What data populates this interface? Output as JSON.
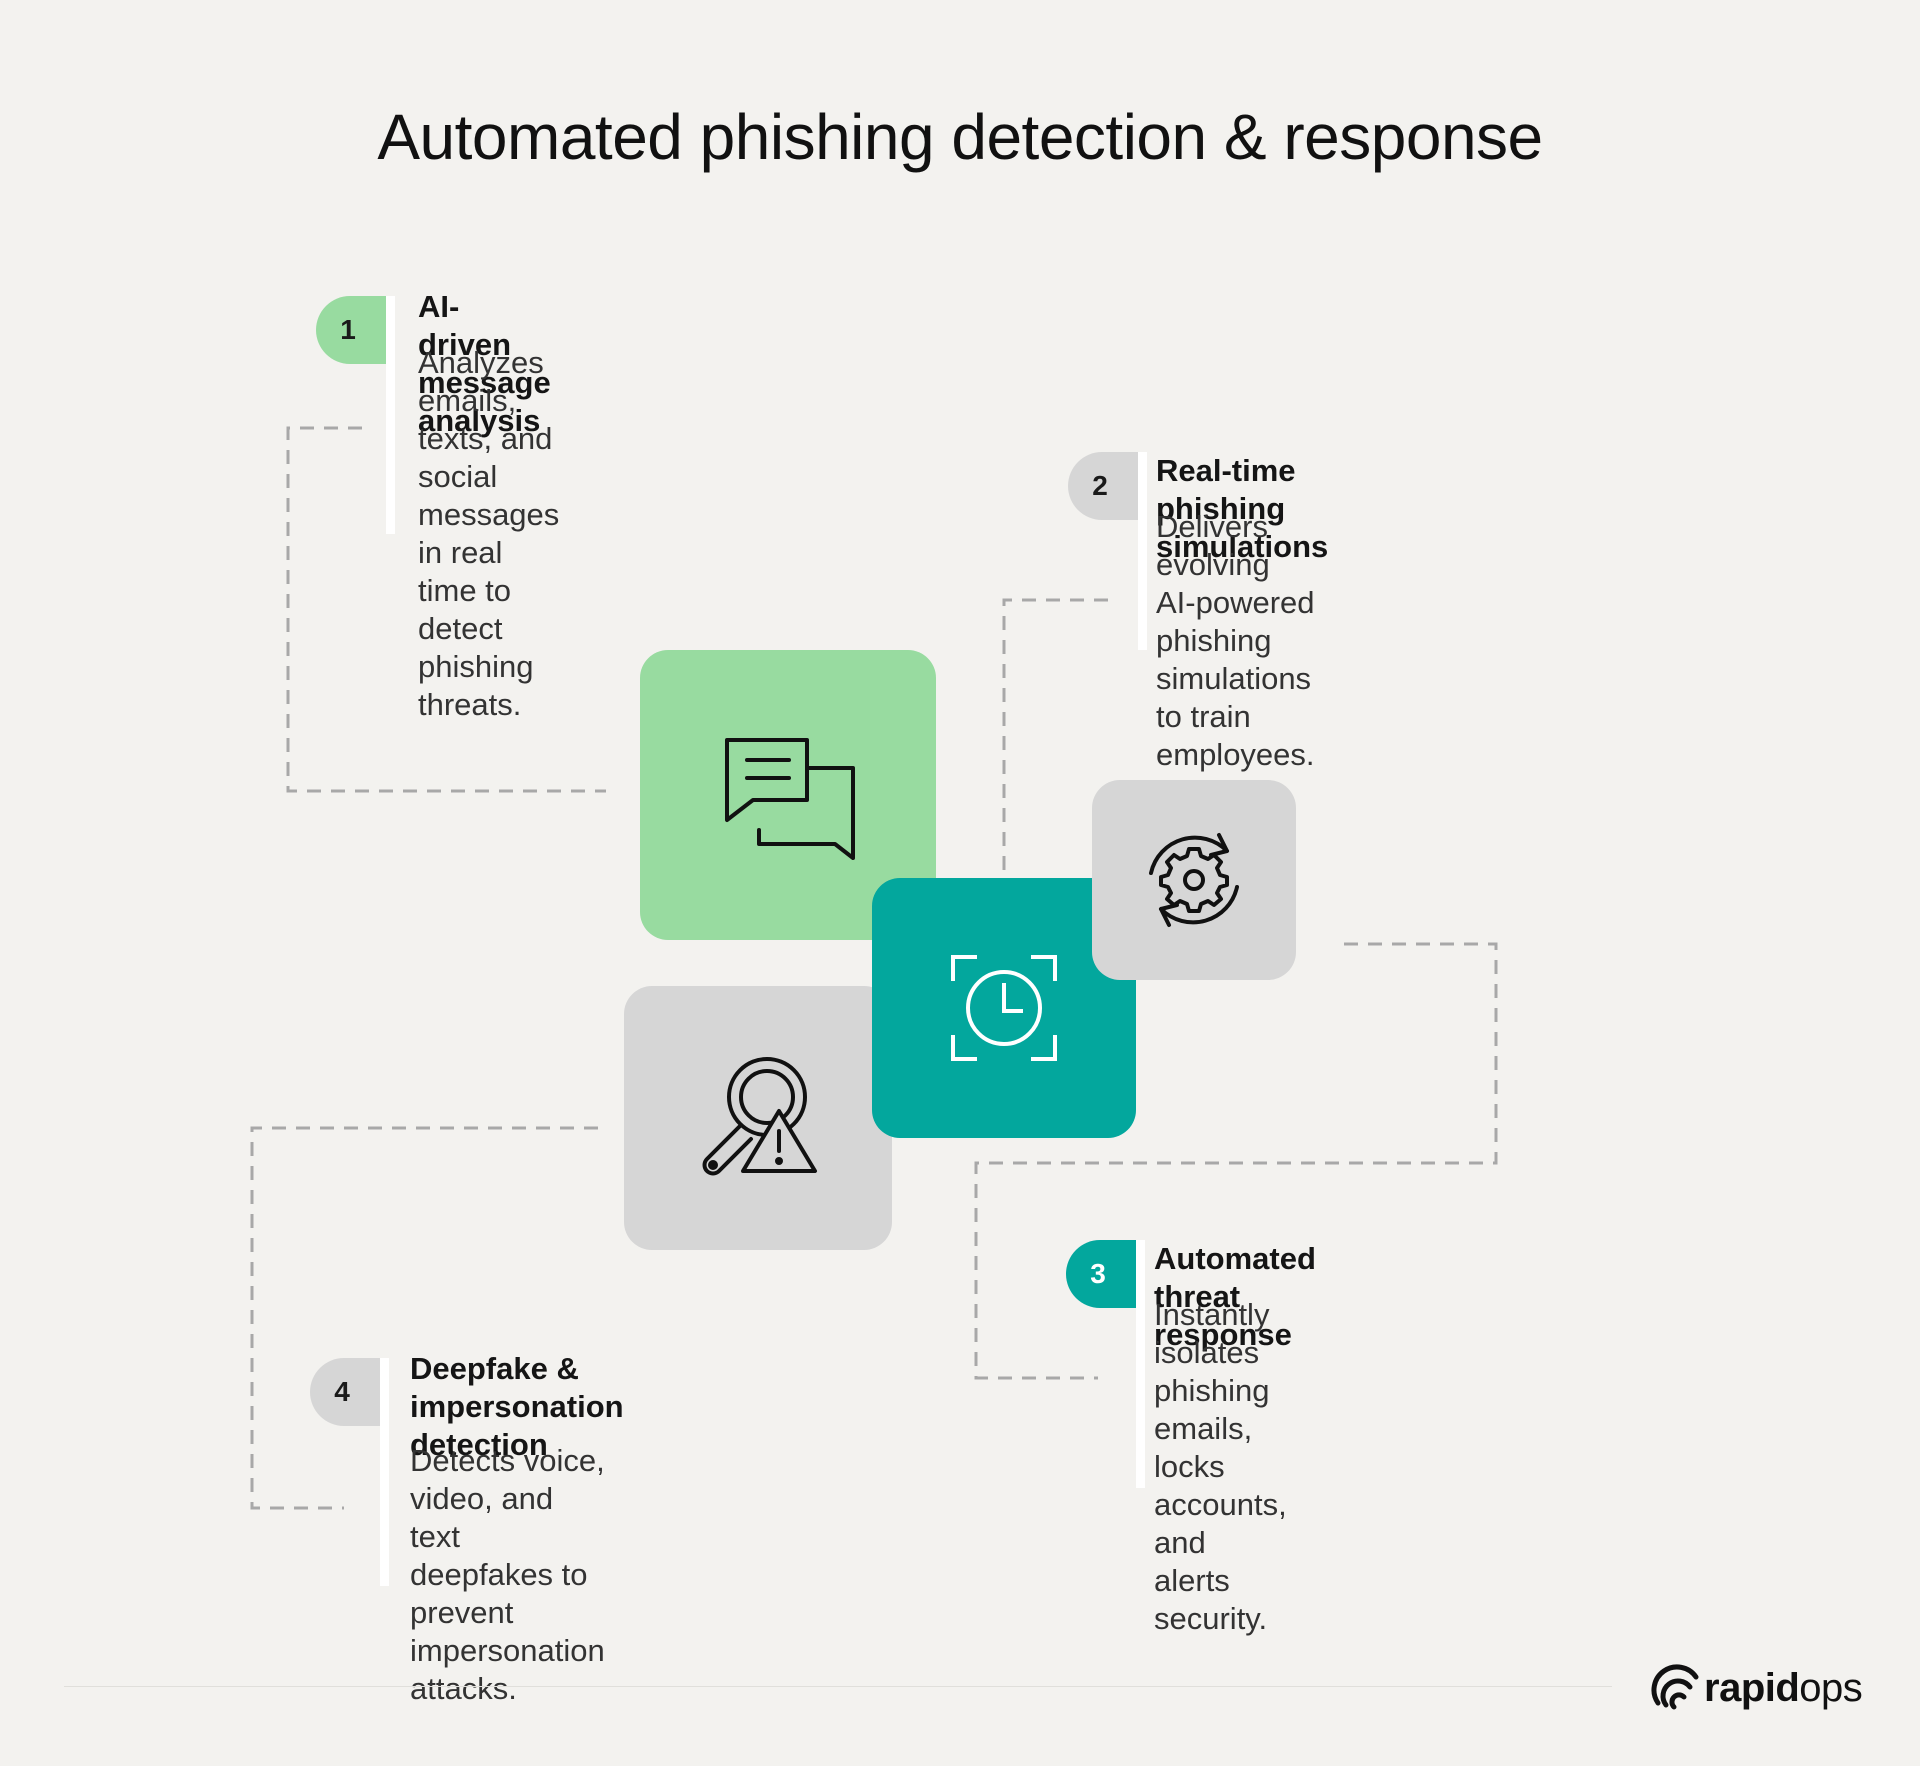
{
  "title": "Automated phishing detection & response",
  "colors": {
    "background": "#f3f2ef",
    "green": "#98dba0",
    "teal": "#03a79d",
    "gray": "#d6d6d6",
    "connector": "#a8a8a8"
  },
  "steps": [
    {
      "number": "1",
      "title": "AI-driven message analysis",
      "desc_lines": [
        "Analyzes emails, texts, and social",
        "messages in real time to detect",
        "phishing threats."
      ],
      "badge_color": "#98dba0",
      "icon": "chat-bubbles-icon"
    },
    {
      "number": "2",
      "title": "Real-time phishing simulations",
      "desc_lines": [
        "Delivers evolving AI-powered",
        "phishing simulations to train",
        "employees."
      ],
      "badge_color": "#d6d6d6",
      "icon": "gear-refresh-icon"
    },
    {
      "number": "3",
      "title": "Automated threat response",
      "desc_lines": [
        "Instantly isolates phishing emails,",
        "locks accounts, and alerts",
        "security."
      ],
      "badge_color": "#03a79d",
      "icon": "clock-scan-icon"
    },
    {
      "number": "4",
      "title_lines": [
        "Deepfake & impersonation",
        "detection"
      ],
      "desc_lines": [
        "Detects voice, video, and text",
        "deepfakes to prevent",
        "impersonation attacks."
      ],
      "badge_color": "#d6d6d6",
      "icon": "magnifier-warning-icon"
    }
  ],
  "logo": {
    "part1": "rapid",
    "part2": "ops"
  }
}
